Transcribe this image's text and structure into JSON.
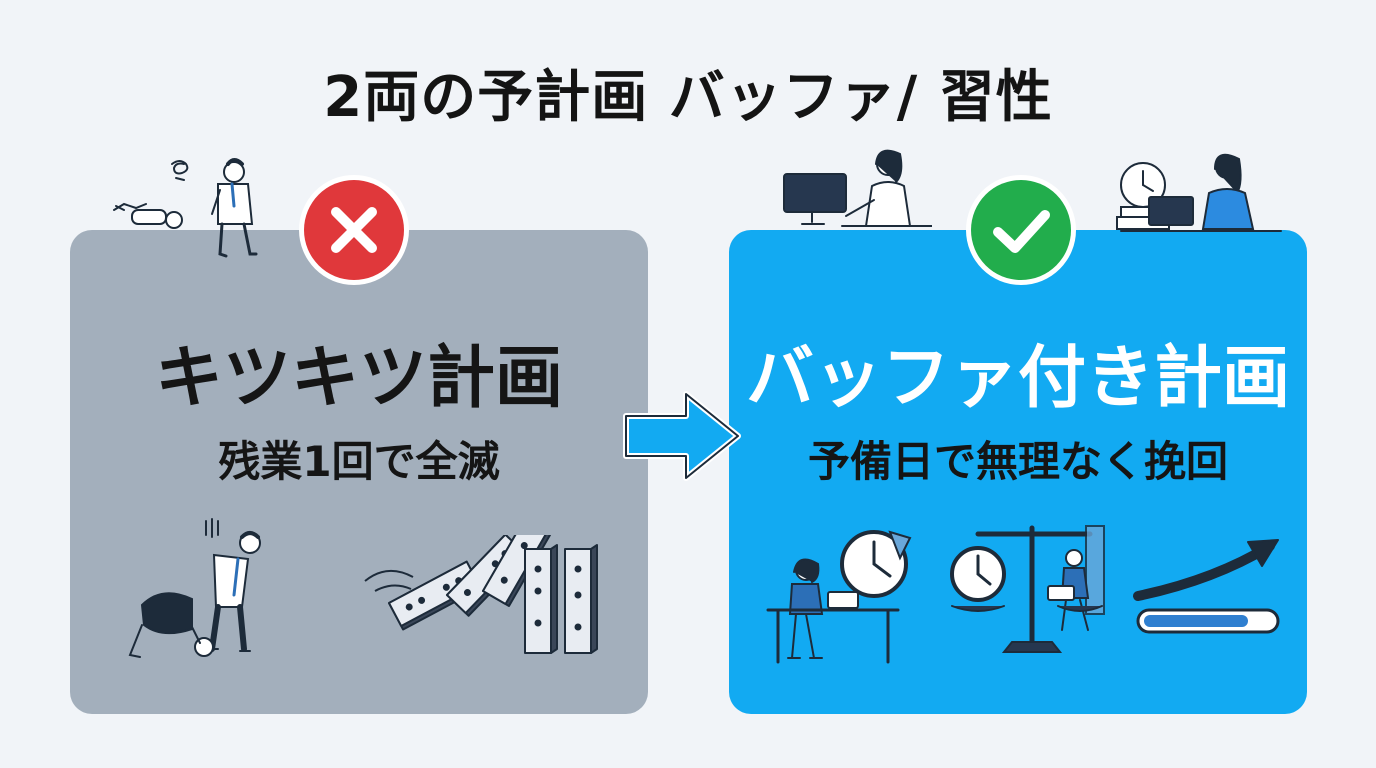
{
  "title": "2両の予計画 バッファ/ 習性",
  "left_panel": {
    "title": "キツキツ計画",
    "subtitle": "残業1回で全滅",
    "badge_icon": "cross-mark-icon",
    "color": "#a3afbc"
  },
  "right_panel": {
    "title": "バッファ付き計画",
    "subtitle": "予備日で無理なく挽回",
    "badge_icon": "check-mark-icon",
    "color": "#12aaf2"
  },
  "colors": {
    "bad": "#e0383b",
    "good": "#22ad4c",
    "arrow": "#12aaf2"
  }
}
